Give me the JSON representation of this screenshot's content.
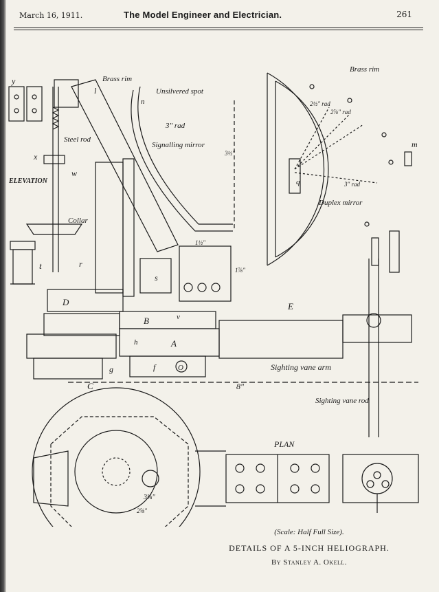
{
  "header": {
    "date": "March 16, 1911.",
    "title": "The Model Engineer and Electrician.",
    "page": "261"
  },
  "labels": {
    "brass_rim_left": "Brass rim",
    "unsilvered_spot": "Unsilvered spot",
    "three_rad_left": "3\" rad",
    "signalling_mirror": "Signalling mirror",
    "steel_rod": "Steel rod",
    "elevation": "ELEVATION",
    "collar": "Collar",
    "brass_rim_right": "Brass rim",
    "duplex_mirror": "Duplex mirror",
    "rad_2_5": "2½\" rad",
    "rad_2_7": "2⅞\" rad",
    "rad_3": "3\" rad",
    "sighting_vane_arm": "Sighting vane arm",
    "sighting_vane_rod": "Sighting vane rod",
    "plan": "PLAN",
    "eight_in": "8\"",
    "dim_3_5": "3½\"",
    "dim_1_5": "1½\"",
    "dim_1_7": "1⅞\"",
    "dim_3_1": "3⅛\"",
    "dim_2_2": "2⅝\"",
    "letter_y": "y",
    "letter_x": "x",
    "letter_w": "w",
    "letter_l": "l",
    "letter_t": "t",
    "letter_r": "r",
    "letter_s": "s",
    "letter_D": "D",
    "letter_B": "B",
    "letter_v": "v",
    "letter_A": "A",
    "letter_f": "f",
    "letter_g": "g",
    "letter_C": "C",
    "letter_h": "h",
    "letter_E": "E",
    "letter_q": "q",
    "letter_m": "m",
    "letter_o": "O",
    "letter_n": "n"
  },
  "caption": {
    "scale": "(Scale: Half Full Size).",
    "title": "Details of a 5-inch Heliograph.",
    "author": "By Stanley A. Okell."
  }
}
